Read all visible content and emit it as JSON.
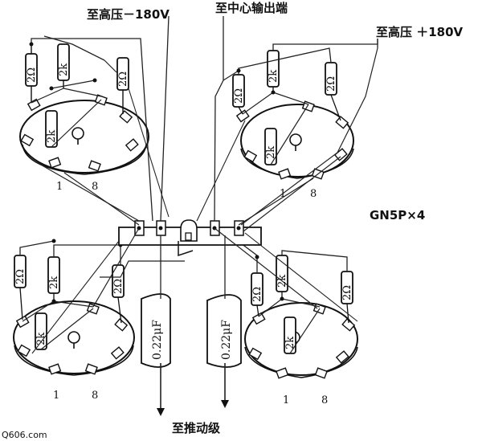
{
  "labels": {
    "hv_neg": "至高压－180V",
    "center_out": "至中心输出端",
    "hv_pos": "至高压 ＋180V",
    "tube_type": "GN5P×4",
    "to_driver": "至推动级",
    "watermark": "Q606.com"
  },
  "components": {
    "resistor_2ohm": "2Ω",
    "resistor_2k": "2k",
    "capacitor": "0.22μF",
    "pin_1": "1",
    "pin_8": "8"
  },
  "colors": {
    "ink": "#111111",
    "paper": "#ffffff",
    "wire": "#222222"
  }
}
